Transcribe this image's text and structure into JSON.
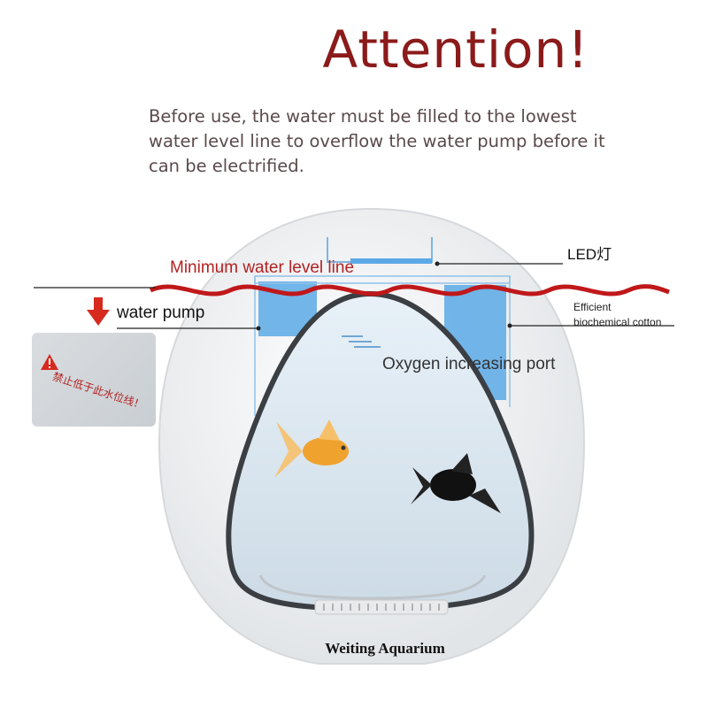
{
  "header": {
    "title": "Attention!",
    "note": "Before use, the water must be filled to the lowest water level line to overflow the water pump before it can be electrified."
  },
  "labels": {
    "led": "LED灯",
    "min_water_level": "Minimum water level line",
    "water_pump": "water pump",
    "biochem_line1": "Efficient",
    "biochem_line2": "biochemical cotton",
    "oxygen_port": "Oxygen increasing port"
  },
  "warning_sticker": {
    "text": "禁止低于此水位线！"
  },
  "brand": "Weiting Aquarium",
  "colors": {
    "title": "#8b1a1a",
    "water_line": "#c0181a",
    "compartment": "#5aa9e6",
    "tank_body": "#f2f3f4"
  }
}
